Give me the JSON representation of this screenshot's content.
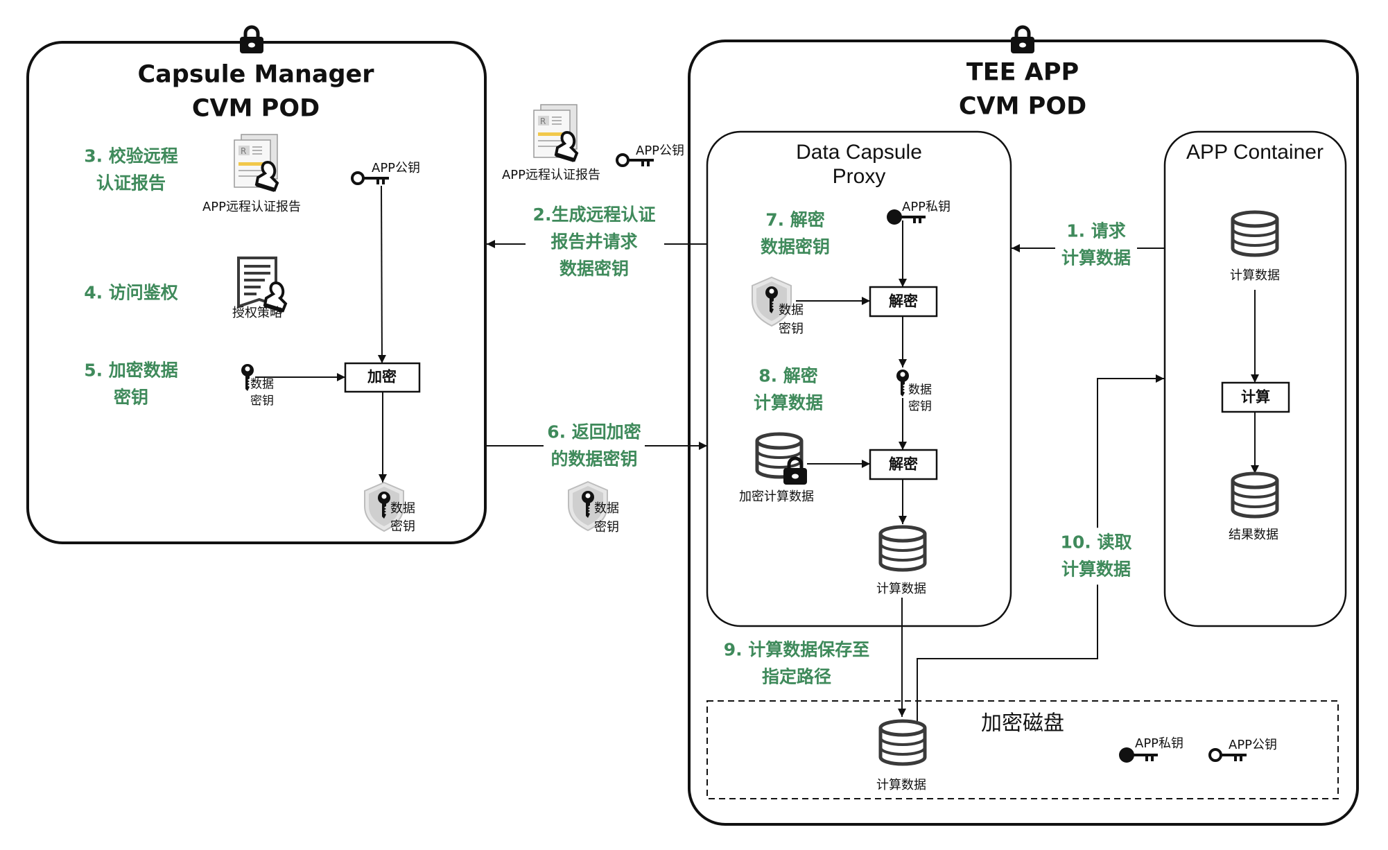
{
  "colors": {
    "step_text": "#3f8a5b",
    "stroke": "#111111",
    "shield_fill": "#d2d2d2",
    "report_accent": "#f1c84b"
  },
  "capsule_manager": {
    "title_line1": "Capsule Manager",
    "title_line2": "CVM POD",
    "steps": {
      "s3": [
        "3. 校验远程",
        "认证报告"
      ],
      "s4": [
        "4. 访问鉴权"
      ],
      "s5": [
        "5. 加密数据",
        "密钥"
      ]
    },
    "report_label": "APP远程认证报告",
    "pubkey_label": "APP公钥",
    "policy_label": "授权策略",
    "datakey_label": [
      "数据",
      "密钥"
    ],
    "encrypt_box": "加密",
    "shield_label": [
      "数据",
      "密钥"
    ]
  },
  "middle": {
    "report_label": "APP远程认证报告",
    "pubkey_label": "APP公钥",
    "step2": [
      "2.生成远程认证",
      "报告并请求",
      "数据密钥"
    ],
    "step6": [
      "6. 返回加密",
      "的数据密钥"
    ],
    "shield_label": [
      "数据",
      "密钥"
    ]
  },
  "tee_app": {
    "title_line1": "TEE APP",
    "title_line2": "CVM POD",
    "proxy": {
      "title_line1": "Data Capsule",
      "title_line2": "Proxy",
      "step7": [
        "7. 解密",
        "数据密钥"
      ],
      "step8": [
        "8. 解密",
        "计算数据"
      ],
      "privkey_label": "APP私钥",
      "shield_label": [
        "数据",
        "密钥"
      ],
      "decrypt_box1": "解密",
      "datakey_label": [
        "数据",
        "密钥"
      ],
      "decrypt_box2": "解密",
      "enc_data_label": "加密计算数据",
      "data_label": "计算数据"
    },
    "container": {
      "title": "APP Container",
      "data_label": "计算数据",
      "compute_box": "计算",
      "result_label": "结果数据"
    },
    "step1": [
      "1. 请求",
      "计算数据"
    ],
    "step9": [
      "9. 计算数据保存至",
      "指定路径"
    ],
    "step10": [
      "10. 读取",
      "计算数据"
    ],
    "disk": {
      "title": "加密磁盘",
      "data_label": "计算数据",
      "privkey_label": "APP私钥",
      "pubkey_label": "APP公钥"
    }
  }
}
